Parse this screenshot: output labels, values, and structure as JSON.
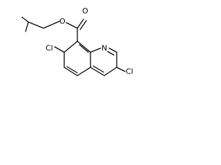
{
  "atoms": {
    "ester_oxygen": "O",
    "carbonyl_oxygen": "O",
    "ring_nitrogen": "N",
    "chlorine_7": "Cl",
    "chlorine_3": "Cl"
  }
}
